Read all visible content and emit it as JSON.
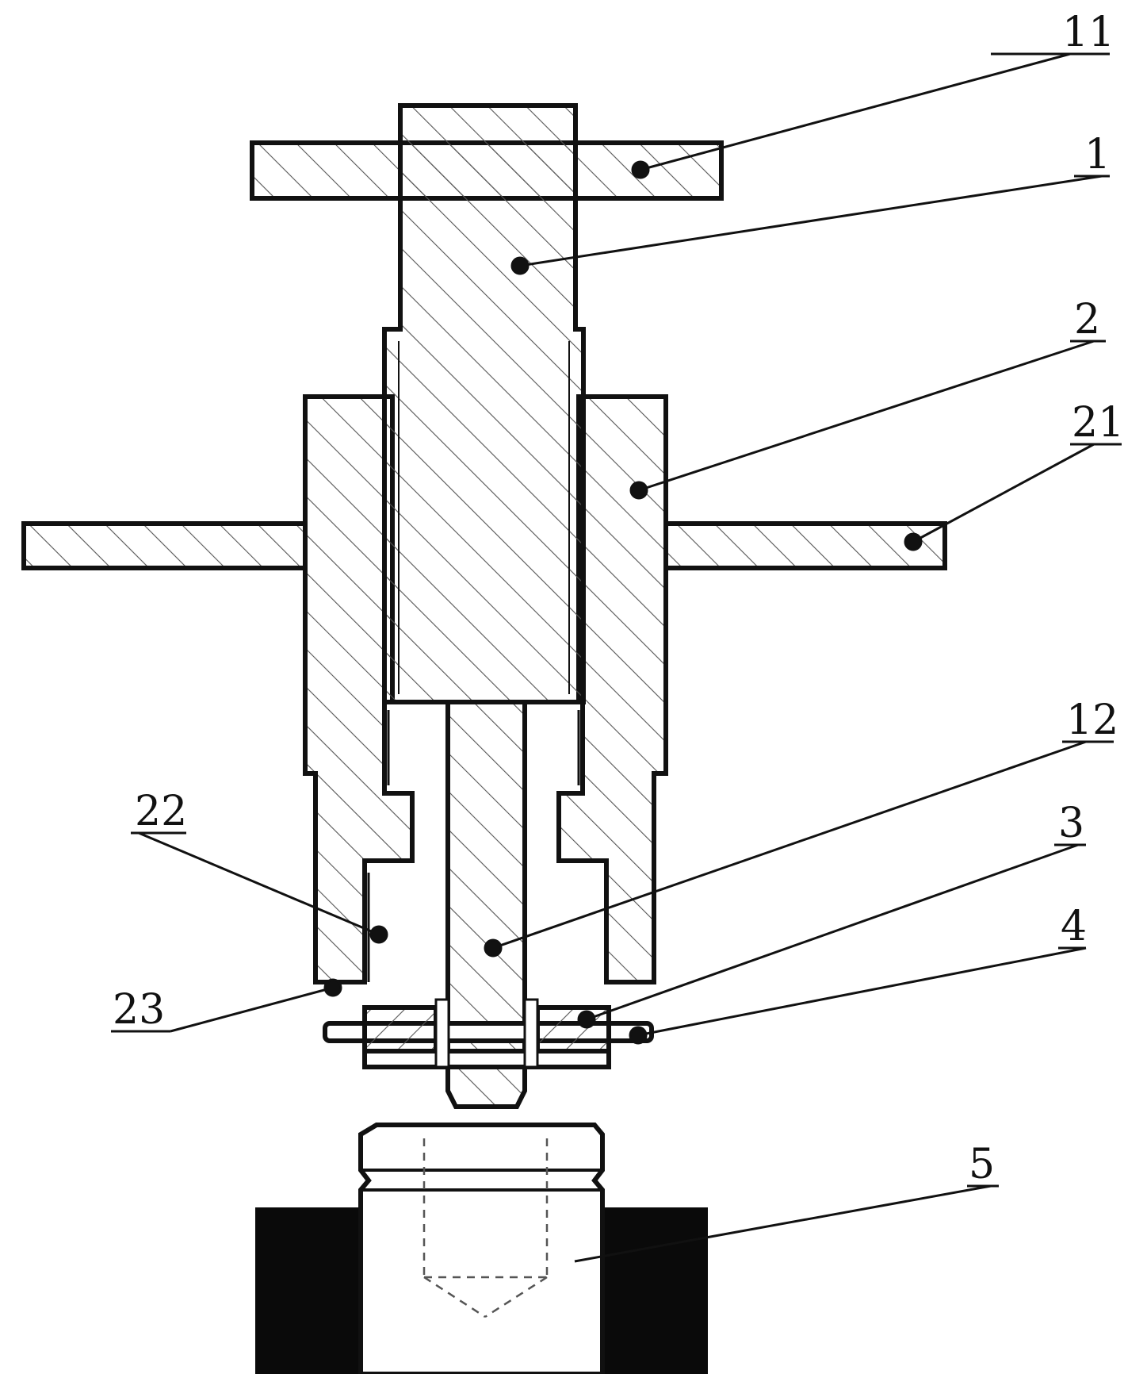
{
  "diagram": {
    "colors": {
      "line": "#111111",
      "hatch": "#444444",
      "background": "#ffffff",
      "solid": "#0a0a0a"
    },
    "labels": {
      "l11": "11",
      "l1": "1",
      "l2": "2",
      "l21": "21",
      "l12": "12",
      "l22": "22",
      "l3": "3",
      "l4": "4",
      "l23": "23",
      "l5": "5"
    }
  }
}
